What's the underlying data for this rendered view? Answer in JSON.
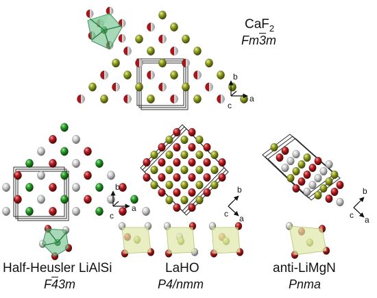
{
  "panels": [
    {
      "id": "caf2",
      "name_base": "CaF",
      "name_sub": "2",
      "group_pre": "Fm",
      "group_bar": "3",
      "group_post": "m",
      "axes": [
        "b",
        "c",
        "a"
      ]
    },
    {
      "id": "lialsi",
      "name": "Half-Heusler LiAlSi",
      "group_pre": "F",
      "group_bar": "4",
      "group_post": "3m",
      "axes": [
        "b",
        "c",
        "a"
      ]
    },
    {
      "id": "laho",
      "name": "LaHO",
      "group": "P4/nmm",
      "axes": [
        "b",
        "c",
        "a"
      ]
    },
    {
      "id": "limgn",
      "name": "anti-LiMgN",
      "group": "Pnma",
      "axes": [
        "b",
        "c",
        "a"
      ]
    }
  ],
  "colors": {
    "olive": "#7d8a10",
    "red": "#a8151a",
    "green": "#1f8a1f",
    "grey": "#b9b9b9",
    "cell_edge": "#2a2a2a",
    "poly_green": "#6cc08a",
    "poly_yellow": "#dfe8a8"
  }
}
